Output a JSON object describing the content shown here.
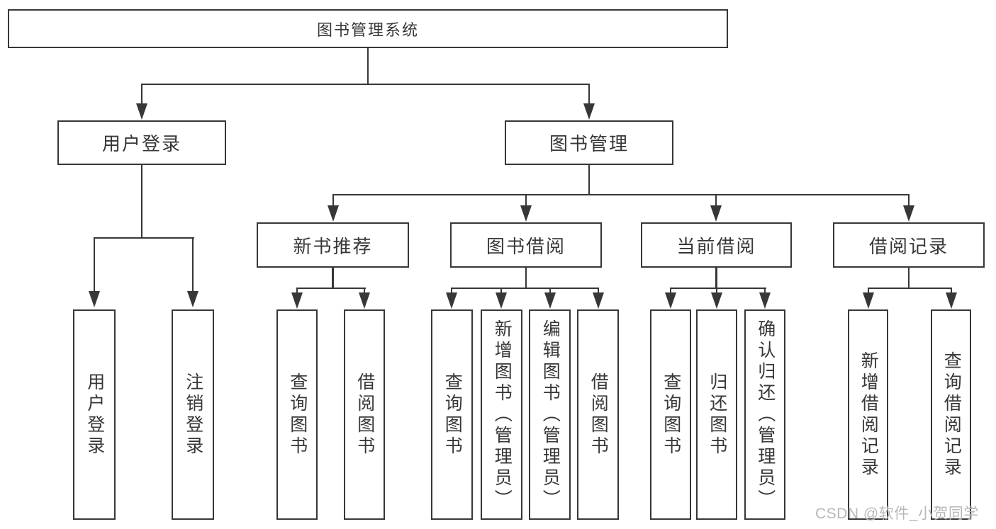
{
  "nodes": {
    "root": "图书管理系统",
    "user_login": "用户登录",
    "book_mgmt": "图书管理",
    "new_books": "新书推荐",
    "book_borrow": "图书借阅",
    "current_borrow": "当前借阅",
    "borrow_records": "借阅记录"
  },
  "leaves": {
    "user_login": [
      "用户登录",
      "注销登录"
    ],
    "new_books": [
      "查询图书",
      "借阅图书"
    ],
    "book_borrow": [
      "查询图书",
      "新增图书（管理员）",
      "编辑图书（管理员）",
      "借阅图书"
    ],
    "current_borrow": [
      "查询图书",
      "归还图书",
      "确认归还（管理员）"
    ],
    "borrow_records": [
      "新增借阅记录",
      "查询借阅记录"
    ]
  },
  "watermark": "CSDN @软件_小贺同学",
  "colors": {
    "line": "#373737",
    "text": "#373737",
    "background": "#ffffff",
    "watermark": "#b8b8b8"
  }
}
